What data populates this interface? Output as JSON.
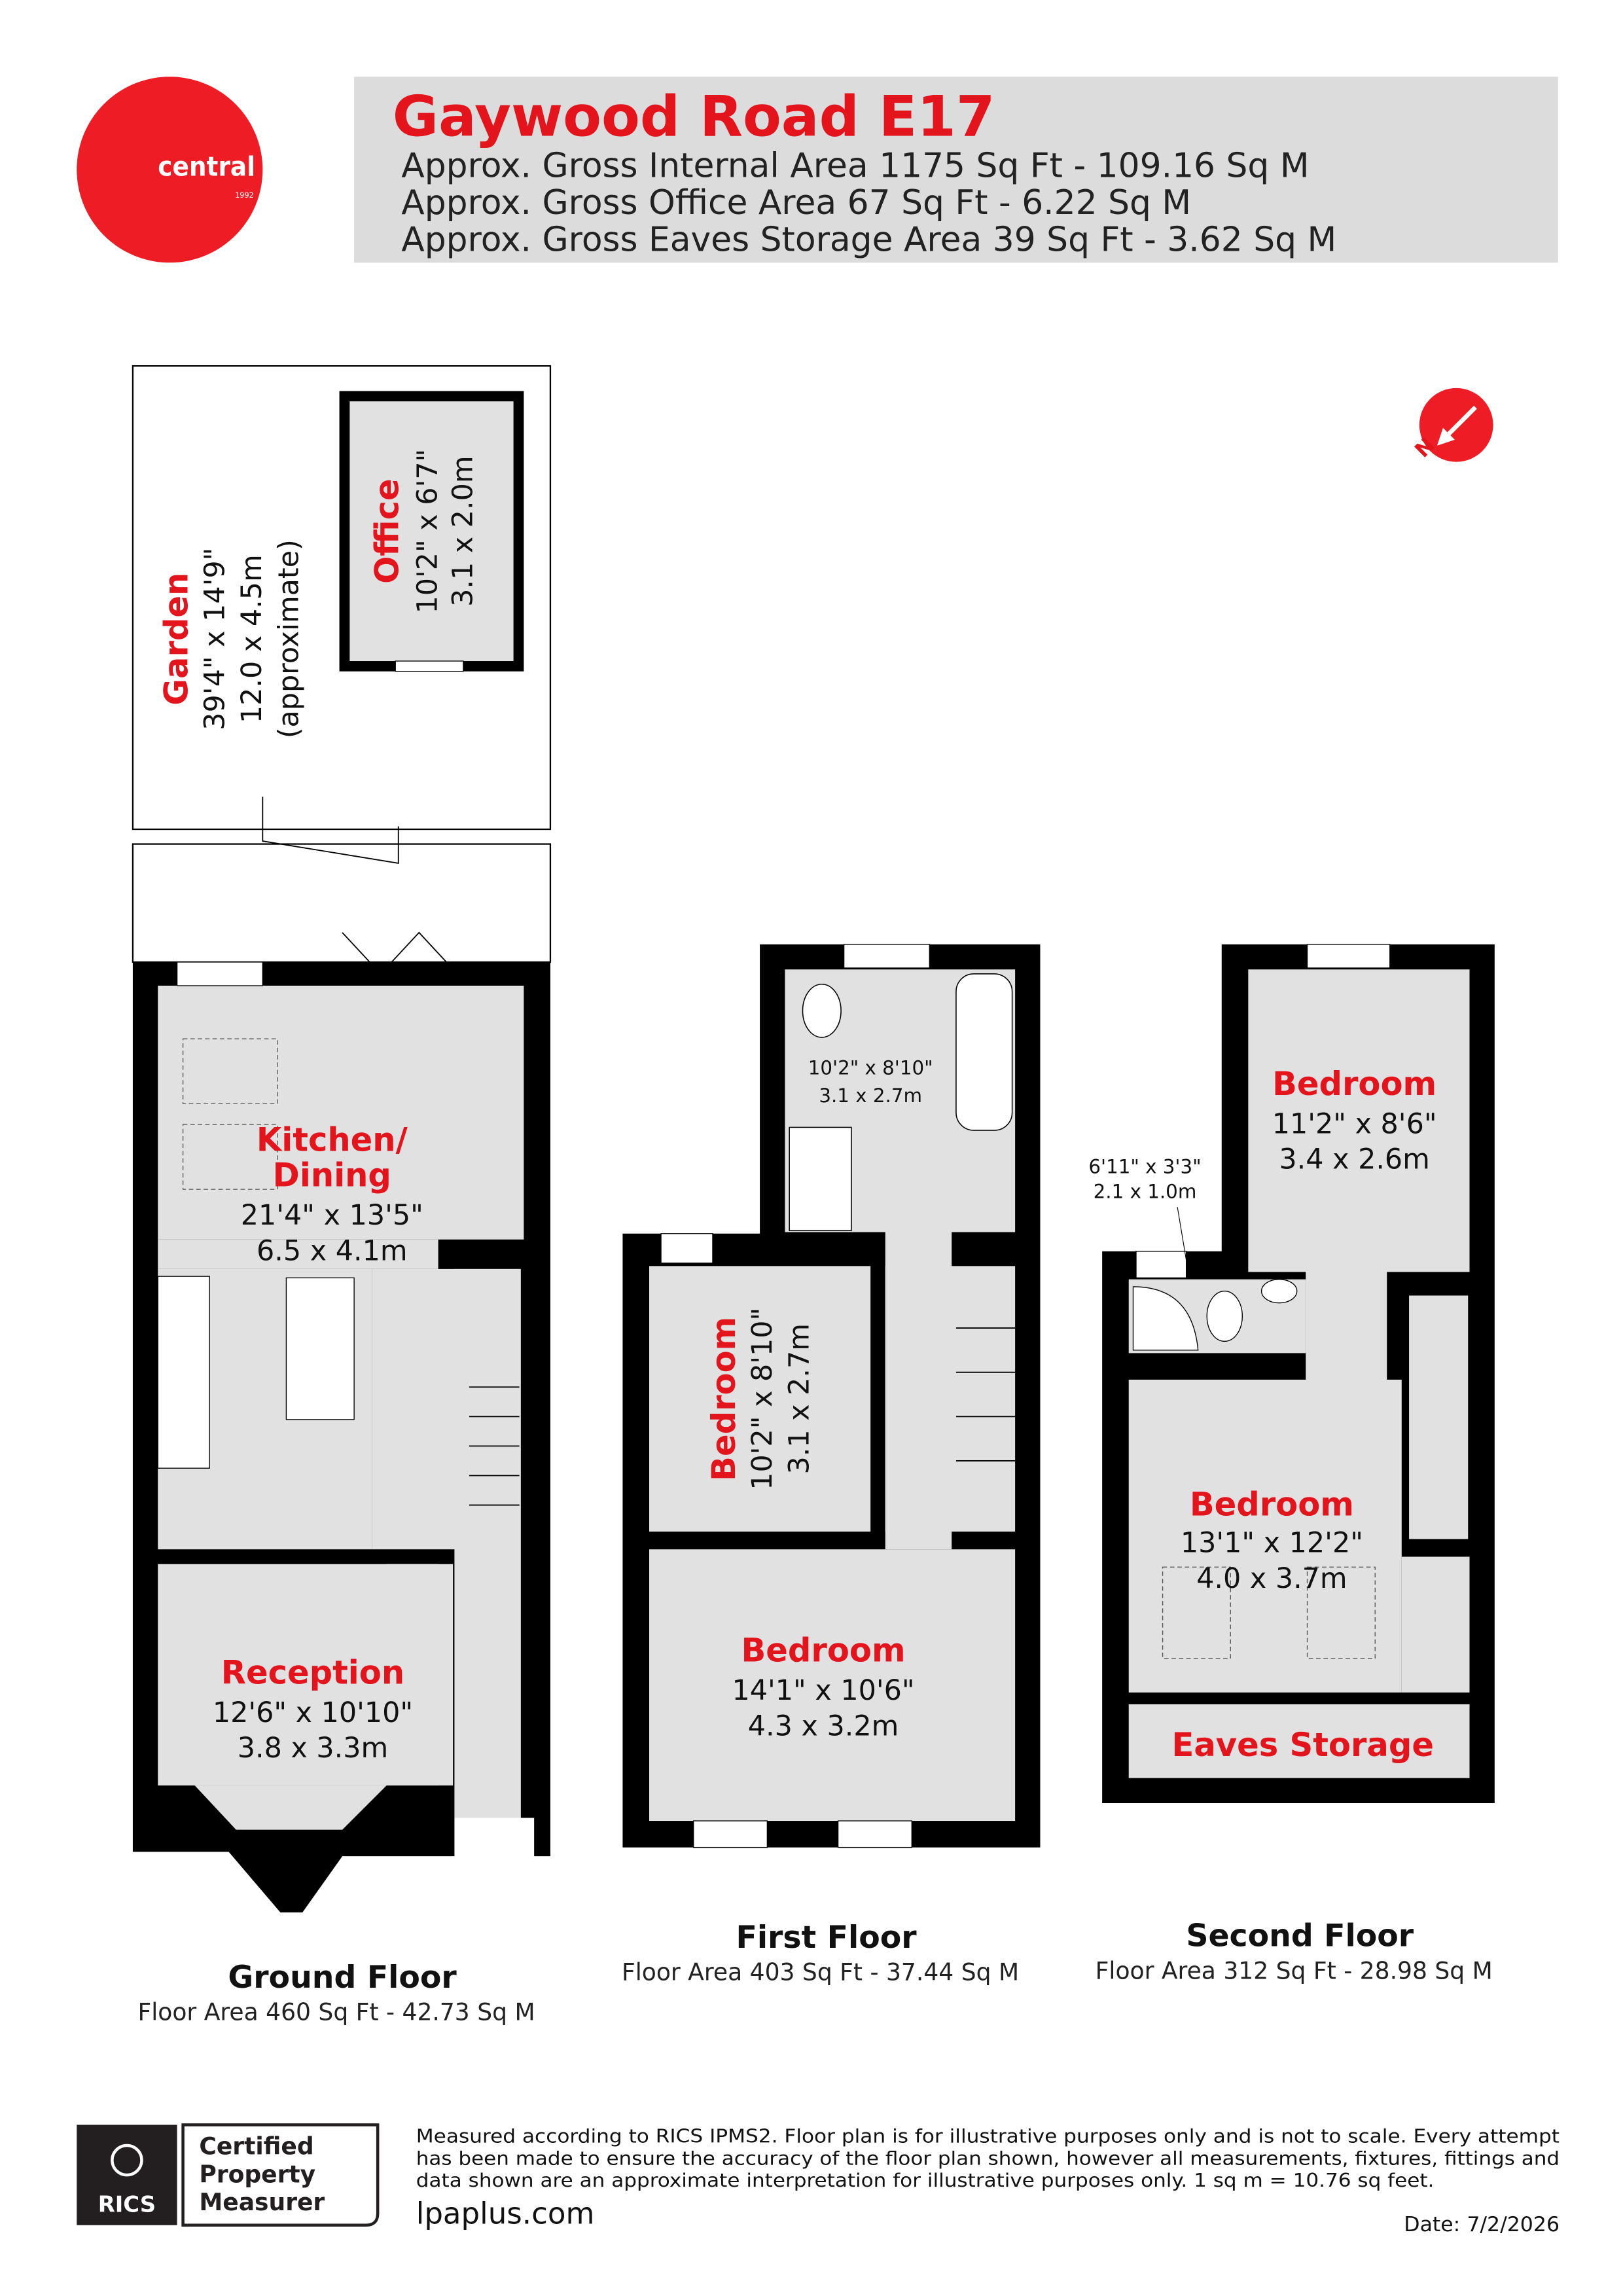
{
  "header": {
    "title": "Gaywood Road  E17",
    "lines": [
      "Approx. Gross Internal Area 1175 Sq Ft - 109.16 Sq M",
      "Approx. Gross Office Area 67 Sq Ft - 6.22 Sq M",
      "Approx. Gross Eaves Storage Area 39 Sq Ft - 3.62 Sq M"
    ]
  },
  "logo": {
    "brand": "central",
    "year": "1992",
    "color": "#e3141b"
  },
  "compass": {
    "label": "N",
    "icon": "north-arrow-icon"
  },
  "rooms": {
    "garden": {
      "name": "Garden",
      "dim1": "39'4\" x 14'9\"",
      "dim2": "12.0 x 4.5m",
      "note": "(approximate)"
    },
    "office": {
      "name": "Office",
      "dim1": "10'2\" x 6'7\"",
      "dim2": "3.1 x 2.0m"
    },
    "kitchen": {
      "name1": "Kitchen/",
      "name2": "Dining",
      "dim1": "21'4\" x 13'5\"",
      "dim2": "6.5 x 4.1m"
    },
    "reception": {
      "name": "Reception",
      "dim1": "12'6\" x 10'10\"",
      "dim2": "3.8 x 3.3m"
    },
    "bathroom": {
      "dim1": "10'2\" x 8'10\"",
      "dim2": "3.1 x 2.7m"
    },
    "ff_bedroom_small": {
      "name": "Bedroom",
      "dim1": "10'2\" x 8'10\"",
      "dim2": "3.1 x 2.7m"
    },
    "ff_bedroom_large": {
      "name": "Bedroom",
      "dim1": "14'1\" x 10'6\"",
      "dim2": "4.3 x 3.2m"
    },
    "sf_bedroom_top": {
      "name": "Bedroom",
      "dim1": "11'2\" x 8'6\"",
      "dim2": "3.4 x 2.6m"
    },
    "sf_shower": {
      "dim1": "6'11\" x 3'3\"",
      "dim2": "2.1 x 1.0m"
    },
    "sf_bedroom_main": {
      "name": "Bedroom",
      "dim1": "13'1\" x 12'2\"",
      "dim2": "4.0 x 3.7m"
    },
    "eaves": {
      "name": "Eaves Storage"
    }
  },
  "floors": {
    "ground": {
      "title": "Ground Floor",
      "area": "Floor Area 460 Sq Ft - 42.73 Sq M"
    },
    "first": {
      "title": "First Floor",
      "area": "Floor Area 403 Sq Ft - 37.44 Sq M"
    },
    "second": {
      "title": "Second Floor",
      "area": "Floor Area 312 Sq Ft - 28.98 Sq M"
    }
  },
  "footer": {
    "badge": {
      "org": "RICS",
      "line1": "Certified",
      "line2": "Property",
      "line3": "Measurer"
    },
    "disclaimer": [
      "Measured according to RICS IPMS2. Floor plan is for illustrative purposes only and is not to scale. Every attempt",
      "has been made to ensure the accuracy of the floor plan shown, however all measurements, fixtures, fittings and",
      "data shown are an approximate interpretation for illustrative purposes only. 1 sq m = 10.76 sq feet."
    ],
    "website": "lpaplus.com",
    "date": "Date: 7/2/2026"
  }
}
